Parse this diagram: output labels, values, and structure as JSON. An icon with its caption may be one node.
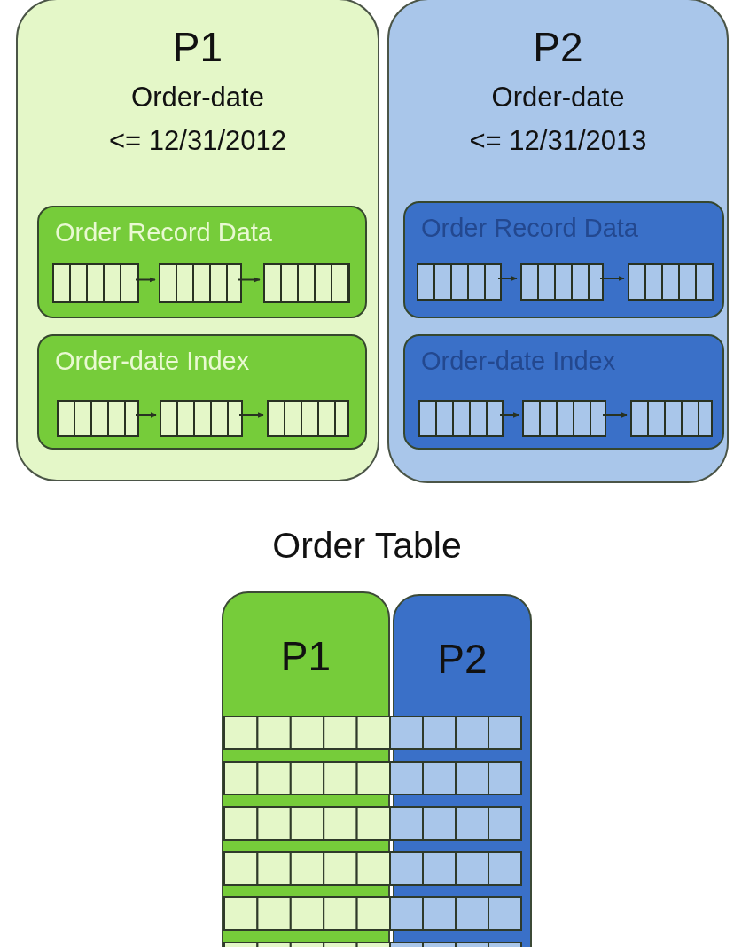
{
  "diagram": {
    "nodes": [
      {
        "text": [
          "P1",
          "Order-date <= 12/31/2012"
        ]
      },
      {
        "text": [
          "Order Record Data"
        ],
        "in": 0
      },
      {
        "text": [],
        "shape": "box",
        "in": 1
      },
      {
        "text": [],
        "shape": "box",
        "in": 1
      },
      {
        "text": [],
        "shape": "box",
        "in": 1
      },
      {
        "text": [
          "Order-date Index"
        ],
        "in": 0
      },
      {
        "text": [],
        "shape": "box",
        "in": 5
      },
      {
        "text": [],
        "shape": "box",
        "in": 5
      },
      {
        "text": [],
        "shape": "box",
        "in": 5
      },
      {
        "text": [
          "P2",
          "Order-date <= 12/31/2013"
        ]
      },
      {
        "text": [
          "Order Record Data"
        ],
        "in": 9
      },
      {
        "text": [],
        "shape": "box",
        "in": 10
      },
      {
        "text": [],
        "shape": "box",
        "in": 10
      },
      {
        "text": [],
        "shape": "box",
        "in": 10
      },
      {
        "text": [
          "Order-date Index"
        ],
        "in": 9
      },
      {
        "text": [],
        "shape": "box",
        "in": 14
      },
      {
        "text": [],
        "shape": "box",
        "in": 14
      },
      {
        "text": [],
        "shape": "box",
        "in": 14
      },
      {
        "text": [
          "P1"
        ]
      },
      {
        "text": [
          "P2"
        ]
      }
    ],
    "edges": [
      {
        "from": 2,
        "to": 3,
        "arrow": "to"
      },
      {
        "from": 3,
        "to": 4,
        "arrow": "to"
      },
      {
        "from": 6,
        "to": 7,
        "arrow": "to"
      },
      {
        "from": 7,
        "to": 8,
        "arrow": "to"
      },
      {
        "from": 11,
        "to": 12,
        "arrow": "to"
      },
      {
        "from": 12,
        "to": 13,
        "arrow": "to"
      },
      {
        "from": 15,
        "to": 16,
        "arrow": "to"
      },
      {
        "from": 16,
        "to": 17,
        "arrow": "to"
      }
    ],
    "labels": [
      "Order Table"
    ]
  }
}
